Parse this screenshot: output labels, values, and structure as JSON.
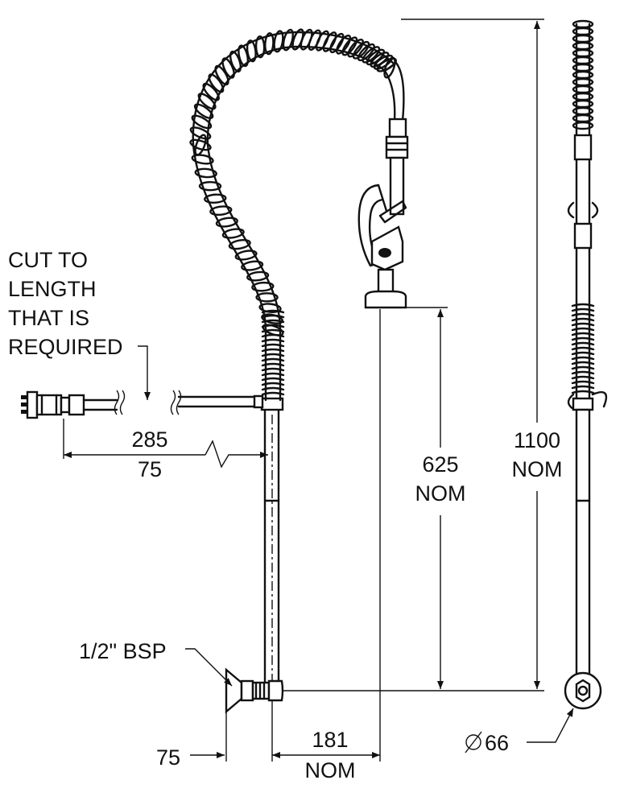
{
  "labels": {
    "cut_line1": "CUT TO",
    "cut_line2": "LENGTH",
    "cut_line3": "THAT IS",
    "cut_line4": "REQUIRED",
    "dim_285": "285",
    "dim_75_hose": "75",
    "dim_625": "625",
    "dim_625_nom": "NOM",
    "dim_1100": "1100",
    "dim_1100_nom": "NOM",
    "bsp": "1/2\" BSP",
    "dim_75_base": "75",
    "dim_181": "181",
    "dim_181_nom": "NOM",
    "diameter": "66"
  },
  "colors": {
    "line": "#111111",
    "background": "#ffffff"
  },
  "icons": {
    "diameter_symbol": "diameter-symbol"
  }
}
